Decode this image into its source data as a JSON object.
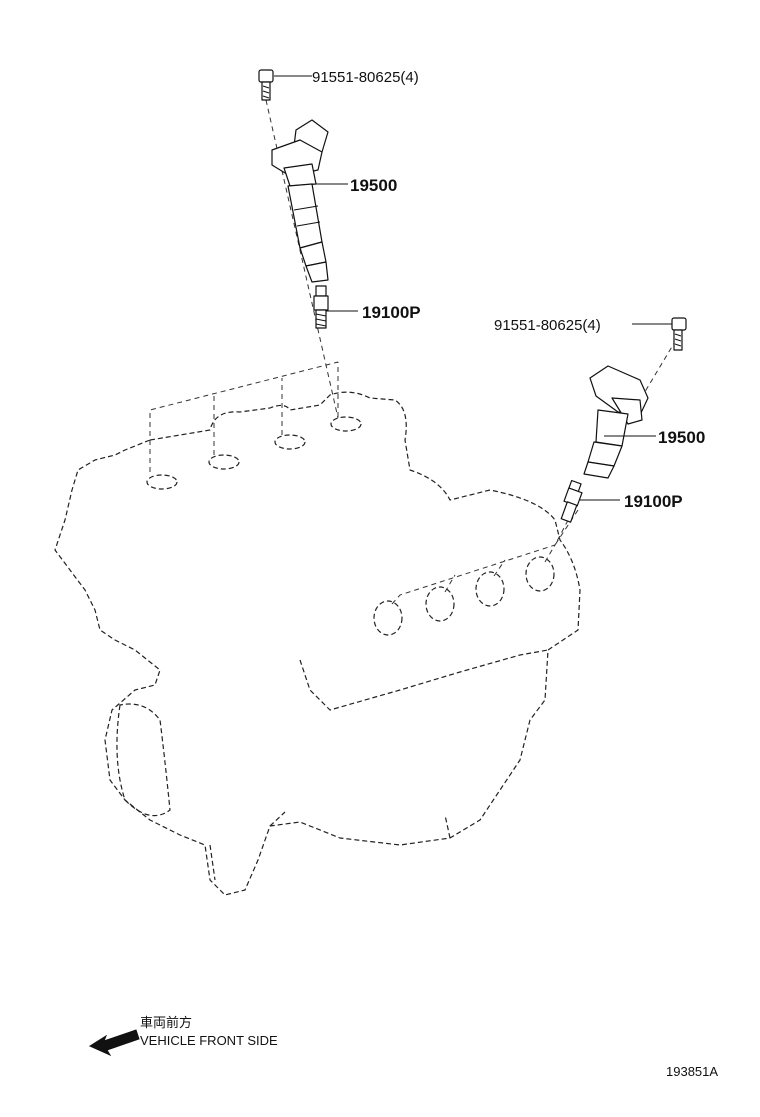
{
  "diagram": {
    "labels": {
      "bolt_upper": "91551-80625(4)",
      "coil_upper": "19500",
      "plug_upper": "19100P",
      "bolt_right": "91551-80625(4)",
      "coil_right": "19500",
      "plug_right": "19100P"
    },
    "direction": {
      "japanese": "車両前方",
      "english": "VEHICLE FRONT SIDE"
    },
    "figure_number": "193851A"
  }
}
